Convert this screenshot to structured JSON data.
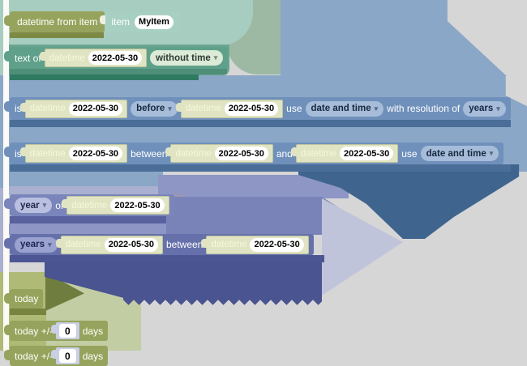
{
  "colors": {
    "page_background": "#d6d6d6",
    "olive_block": "#96a35c",
    "teal_block": "#5fa08a",
    "blue_block": "#6f90bb",
    "purple_block": "#7a85bb",
    "indigo_block": "#6671ab",
    "cream_shadow_block": "#e0e4c3"
  },
  "icons": {
    "dropdown_arrow": "▾"
  },
  "blocks": {
    "datetime_from_item": {
      "label": "datetime from item",
      "item_label": "item",
      "item_value": "MyItem"
    },
    "text_of": {
      "label": "text of",
      "dt_label": "datetime",
      "dt_value": "2022-05-30",
      "format": "without time"
    },
    "is_compare": {
      "is": "is",
      "dt1_label": "datetime",
      "dt1_value": "2022-05-30",
      "op": "before",
      "dt2_label": "datetime",
      "dt2_value": "2022-05-30",
      "use": "use",
      "model": "date and time",
      "resolution_label": "with resolution of",
      "resolution": "years"
    },
    "is_between": {
      "is": "is",
      "dt1_label": "datetime",
      "dt1_value": "2022-05-30",
      "between": "between",
      "dt2_label": "datetime",
      "dt2_value": "2022-05-30",
      "and": "and",
      "dt3_label": "datetime",
      "dt3_value": "2022-05-30",
      "use": "use",
      "model": "date and time"
    },
    "unit_of": {
      "unit": "year",
      "of": "of",
      "dt_label": "datetime",
      "dt_value": "2022-05-30"
    },
    "units_between": {
      "unit": "years",
      "dt1_label": "datetime",
      "dt1_value": "2022-05-30",
      "between": "between",
      "dt2_label": "datetime",
      "dt2_value": "2022-05-30"
    },
    "today": {
      "label": "today"
    },
    "today_offset": {
      "prefix": "today +/-",
      "value": "0",
      "suffix": "days"
    },
    "today_offset_partial": {
      "prefix": "today +/-",
      "value": "0",
      "suffix": "days"
    }
  }
}
